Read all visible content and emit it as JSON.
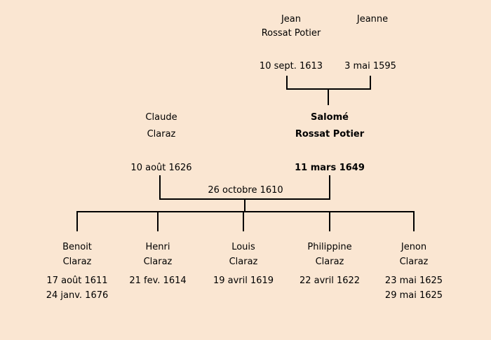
{
  "colors": {
    "background": "#fae6d2",
    "line": "#000000",
    "text": "#000000"
  },
  "grandparents": {
    "father": {
      "first": "Jean",
      "last": "Rossat Potier",
      "date": "10 sept. 1613"
    },
    "mother": {
      "first": "Jeanne",
      "date": "3 mai 1595"
    }
  },
  "parents": {
    "father": {
      "first": "Claude",
      "last": "Claraz",
      "date": "10 août 1626"
    },
    "mother": {
      "first": "Salomé",
      "last": "Rossat Potier",
      "date": "11 mars 1649"
    },
    "marriage_date": "26 octobre 1610"
  },
  "children": [
    {
      "first": "Benoit",
      "last": "Claraz",
      "date1": "17 août 1611",
      "date2": "24 janv. 1676"
    },
    {
      "first": "Henri",
      "last": "Claraz",
      "date1": "21 fev. 1614",
      "date2": ""
    },
    {
      "first": "Louis",
      "last": "Claraz",
      "date1": "19 avril 1619",
      "date2": ""
    },
    {
      "first": "Philippine",
      "last": "Claraz",
      "date1": "22 avril 1622",
      "date2": ""
    },
    {
      "first": "Jenon",
      "last": "Claraz",
      "date1": "23 mai 1625",
      "date2": "29 mai 1625"
    }
  ]
}
